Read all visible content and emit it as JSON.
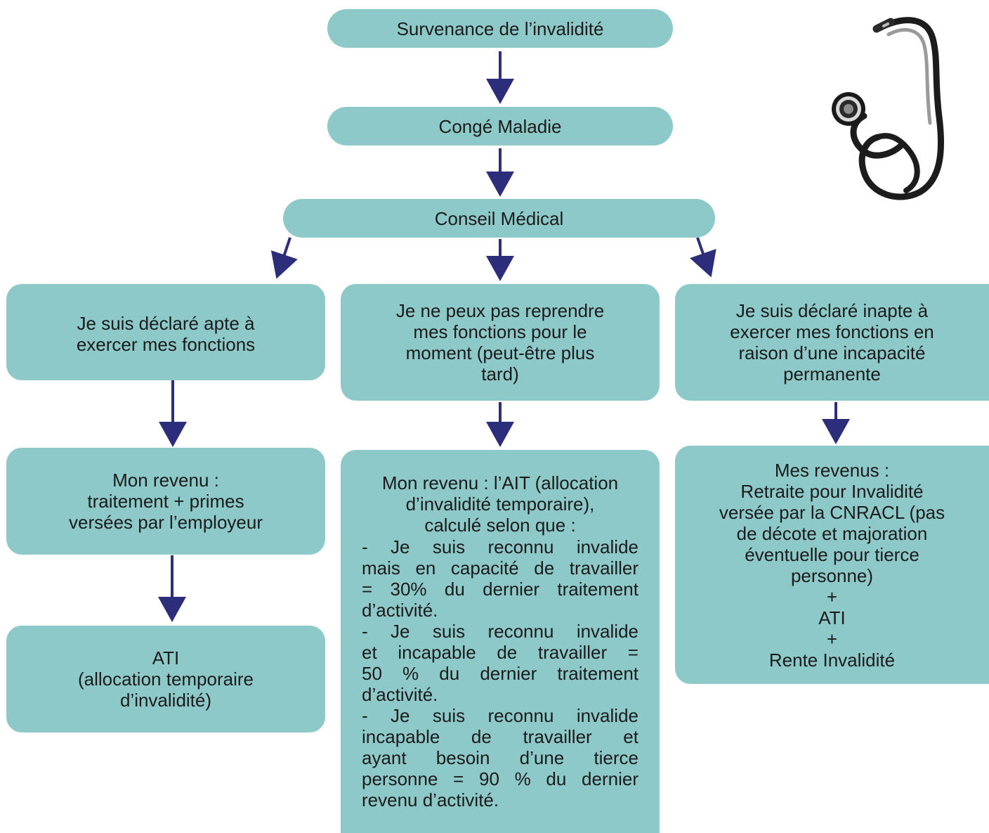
{
  "colors": {
    "box": "#8ec9ca",
    "arrow": "#2c2e7b",
    "text": "#1b1b1b"
  },
  "nodes": {
    "onset": "Survenance de l’invalidité",
    "sick_leave": "Congé Maladie",
    "medical_board": "Conseil Médical",
    "apt": [
      "Je suis déclaré apte à",
      "exercer mes fonctions"
    ],
    "temporary": [
      "Je ne peux pas reprendre",
      "mes fonctions pour le",
      "moment (peut-être plus",
      "tard)"
    ],
    "inapt": [
      "Je suis déclaré inapte à",
      "exercer mes fonctions en",
      "raison d’une incapacité",
      "permanente"
    ],
    "apt_income": [
      "Mon revenu :",
      "traitement + primes",
      "versées par l’employeur"
    ],
    "ati": [
      "ATI",
      "(allocation temporaire",
      "d’invalidité)"
    ],
    "temp_income_head": [
      "Mon revenu : l’AIT (allocation",
      "d’invalidité temporaire),",
      "calculé selon que :"
    ],
    "temp_income_list": [
      "- Je suis reconnu invalide",
      "mais en capacité de travailler",
      "= 30% du dernier traitement",
      "d’activité.",
      "- Je suis reconnu invalide",
      "et incapable de travailler =",
      "50 % du dernier traitement",
      "d’activité.",
      "- Je suis reconnu invalide",
      "incapable de travailler et",
      "ayant besoin d’une tierce",
      "personne = 90 % du dernier",
      "revenu d’activité."
    ],
    "inapt_income": [
      "Mes revenus :",
      "Retraite pour Invalidité",
      "versée par la CNRACL (pas",
      "de décote et majoration",
      "éventuelle pour tierce",
      "personne)",
      "+",
      "ATI",
      "+",
      "Rente Invalidité"
    ]
  },
  "decoration": {
    "icon": "stethoscope-icon"
  }
}
